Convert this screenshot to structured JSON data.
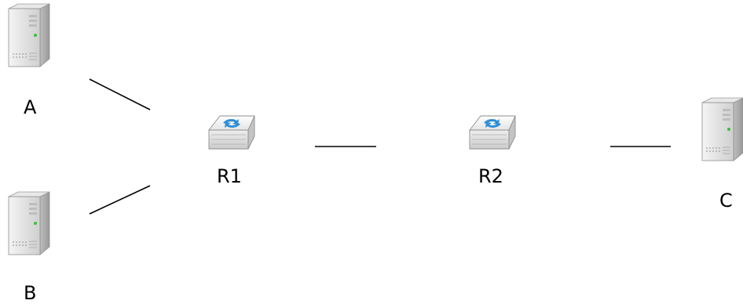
{
  "nodes": {
    "host_a": {
      "label": "A",
      "icon": "server-icon"
    },
    "host_b": {
      "label": "B",
      "icon": "server-icon"
    },
    "host_c": {
      "label": "C",
      "icon": "server-icon"
    },
    "router_1": {
      "label": "R1",
      "icon": "router-icon"
    },
    "router_2": {
      "label": "R2",
      "icon": "router-icon"
    }
  },
  "links": [
    {
      "from": "A",
      "to": "R1"
    },
    {
      "from": "B",
      "to": "R1"
    },
    {
      "from": "R1",
      "to": "R2"
    },
    {
      "from": "R2",
      "to": "C"
    }
  ],
  "colors": {
    "link": "#000000",
    "server_body": "#d8d8d8",
    "router_arrows": "#2f8fd6"
  }
}
